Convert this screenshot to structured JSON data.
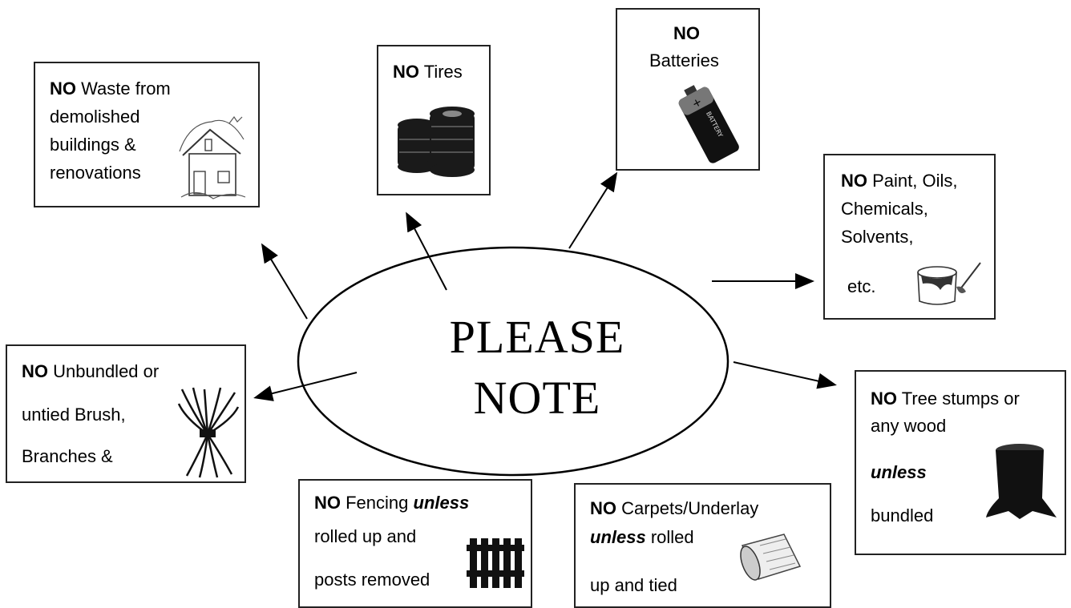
{
  "center": {
    "line1": "PLEASE",
    "line2": "NOTE"
  },
  "boxes": {
    "demolition": {
      "no": "NO",
      "l1": " Waste from",
      "l2": "demolished",
      "l3": "buildings &",
      "l4": "renovations",
      "icon": "house-icon"
    },
    "tires": {
      "no": "NO",
      "l1": " Tires",
      "icon": "tires-icon"
    },
    "batteries": {
      "no": "NO",
      "l1": "Batteries",
      "icon": "battery-icon",
      "icon_text": "BATTERY"
    },
    "paint": {
      "no": "NO",
      "l1": " Paint, Oils,",
      "l2": "Chemicals,",
      "l3": "Solvents,",
      "l4": "etc.",
      "icon": "paint-can-icon"
    },
    "brush": {
      "no": "NO",
      "l1": " Unbundled or",
      "l2": "untied Brush,",
      "l3": "Branches &",
      "icon": "brush-bundle-icon"
    },
    "stumps": {
      "no": "NO",
      "l1": " Tree stumps or",
      "l2": "any wood",
      "l3": "unless",
      "l4": "bundled",
      "icon": "tree-stump-icon"
    },
    "fencing": {
      "no": "NO",
      "l1a": " Fencing ",
      "l1b": "unless",
      "l2": "rolled up and",
      "l3": "posts removed",
      "icon": "fence-icon"
    },
    "carpets": {
      "no": "NO",
      "l1": " Carpets/Underlay",
      "l2a": "unless",
      "l2b": " rolled",
      "l3": "up and tied",
      "icon": "carpet-roll-icon"
    }
  },
  "colors": {
    "ink": "#000000",
    "border": "#222222",
    "background": "#ffffff"
  }
}
